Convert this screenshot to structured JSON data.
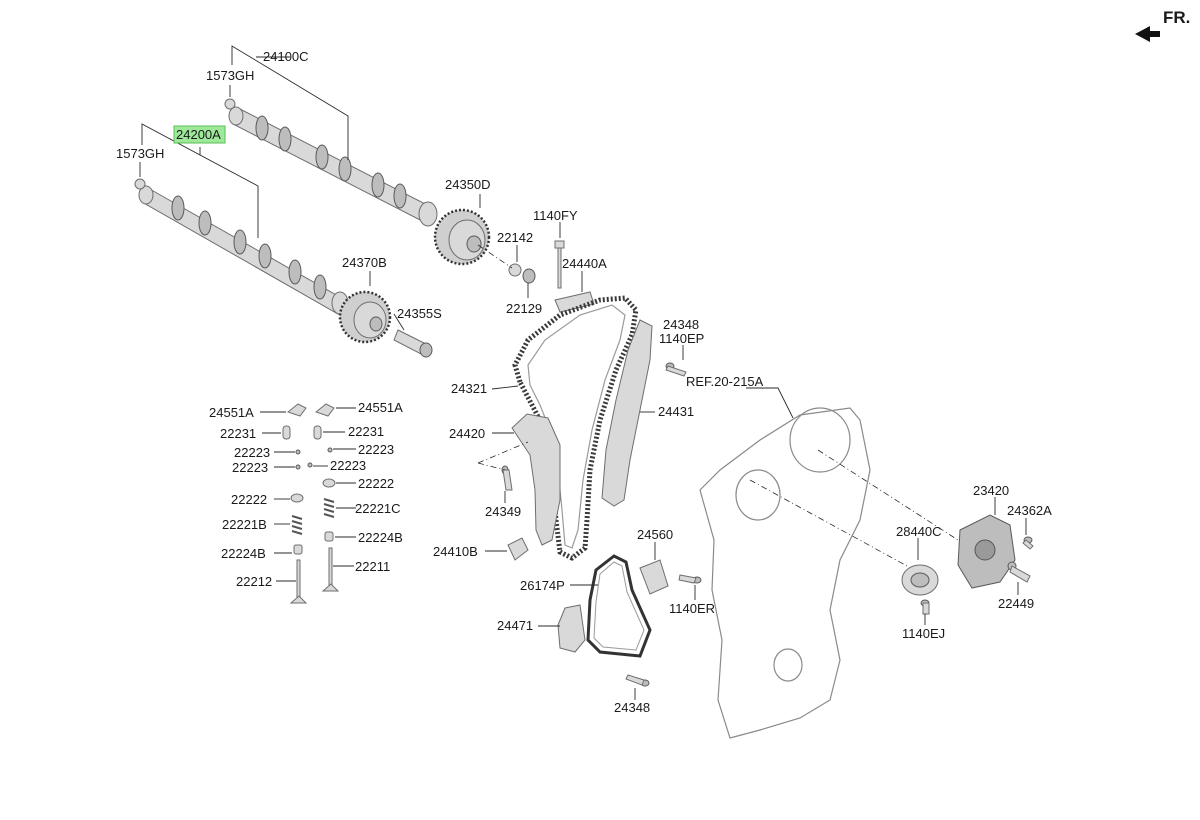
{
  "orientation": {
    "label": "FR."
  },
  "highlighted_part": "24200A",
  "labels": {
    "l24100C": "24100C",
    "l1573GH_a": "1573GH",
    "l24200A": "24200A",
    "l1573GH_b": "1573GH",
    "l24350D": "24350D",
    "l1140FY": "1140FY",
    "l22142": "22142",
    "l24440A": "24440A",
    "l22129": "22129",
    "l24370B": "24370B",
    "l24355S": "24355S",
    "l24348_a": "24348",
    "l1140EP": "1140EP",
    "lREF": "REF.20-215A",
    "l24321": "24321",
    "l24431": "24431",
    "l24420": "24420",
    "l24349": "24349",
    "l24410B": "24410B",
    "l24560": "24560",
    "l26174P": "26174P",
    "l1140ER": "1140ER",
    "l24471": "24471",
    "l24348_b": "24348",
    "l23420": "23420",
    "l24362A": "24362A",
    "l28440C": "28440C",
    "l22449": "22449",
    "l1140EJ": "1140EJ",
    "l24551A_a": "24551A",
    "l24551A_b": "24551A",
    "l22231_a": "22231",
    "l22231_b": "22231",
    "l22223_a": "22223",
    "l22223_b": "22223",
    "l22223_c": "22223",
    "l22223_d": "22223",
    "l22222_a": "22222",
    "l22222_b": "22222",
    "l22221B": "22221B",
    "l22221C": "22221C",
    "l22224B_a": "22224B",
    "l22224B_b": "22224B",
    "l22212": "22212",
    "l22211": "22211"
  }
}
